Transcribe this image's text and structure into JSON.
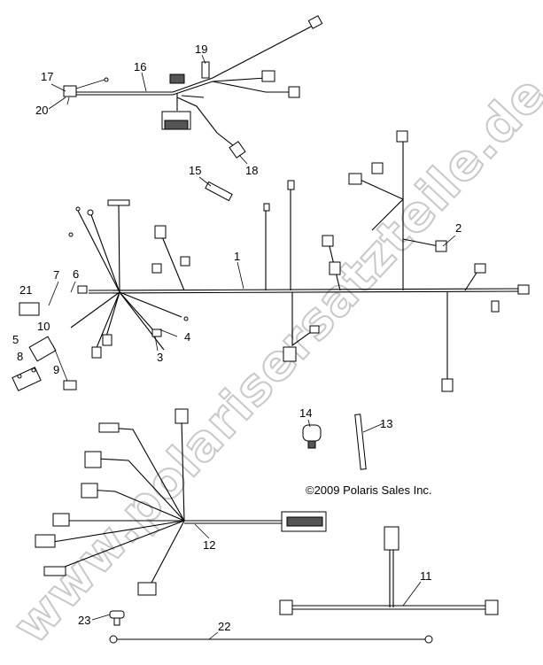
{
  "copyright": "©2009 Polaris Sales Inc.",
  "watermark": "www.polarisersatzteile.de",
  "callouts": {
    "c1": "1",
    "c2": "2",
    "c3": "3",
    "c4": "4",
    "c5": "5",
    "c6": "6",
    "c7": "7",
    "c8": "8",
    "c9": "9",
    "c10": "10",
    "c11": "11",
    "c12": "12",
    "c13": "13",
    "c14": "14",
    "c15": "15",
    "c16": "16",
    "c17": "17",
    "c18": "18",
    "c19": "19",
    "c20": "20",
    "c21": "21",
    "c22": "22",
    "c23": "23"
  }
}
